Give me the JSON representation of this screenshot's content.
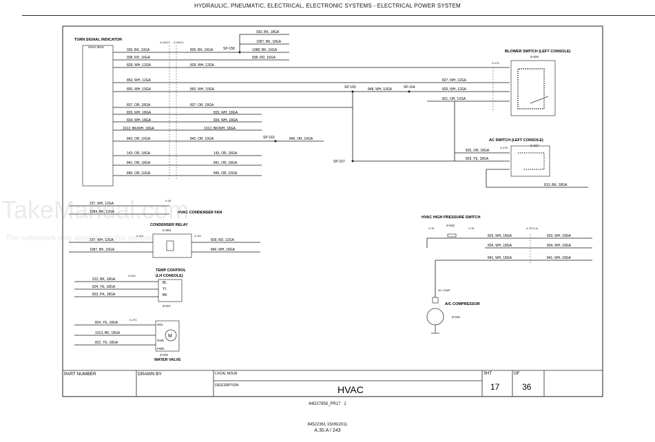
{
  "header": {
    "title": "HYDRAULIC, PNEUMATIC, ELECTRICAL, ELECTRONIC SYSTEMS - ELECTRICAL POWER SYSTEM"
  },
  "watermark": {
    "text": "TakeManual.com",
    "note": "The watermark only appears on this sample"
  },
  "components": {
    "turn_signal": "TURN SIGNAL INDICATOR",
    "hvac_box": "HVAC BOX",
    "conn_a": "X-HVC2",
    "conn_b": "X-HVC1",
    "blower_title": "BLOWER SWITCH (LEFT CONSOLE)",
    "blower_ref": "S-020",
    "blower_conn": "X-270",
    "ac_title": "AC SWITCH (LEFT CONSOLE)",
    "ac_ref": "S-017",
    "ac_conn": "X-275",
    "fan_title": "HVAC CONDENSER FAN",
    "fan_conn": "X-34",
    "relay_title": "CONDENSER RELAY",
    "relay_ref": "K-003",
    "relay_x_left": "X-111",
    "relay_x_right": "X-111",
    "temp_title": "TEMP CONTROL",
    "temp_sub": "(LH CONSOLE)",
    "temp_conn": "X-292",
    "temp_ref": "Z-017",
    "temp_pins": [
      "BL",
      "YL",
      "BK"
    ],
    "valve_conn": "X-271",
    "valve_ref": "Z-019",
    "valve_title": "WATER VALVE",
    "valve_pins": [
      "SOL",
      "GND",
      "PWR"
    ],
    "motor": "M",
    "hp_title": "HVAC HIGH PRESSURE SWITCH",
    "hp_ref": "S-042",
    "hp_x1": "X-76",
    "hp_x2": "X-76",
    "hp_x3": "X-75 X-11",
    "comp_title": "A/C COMPRESSOR",
    "comp_ref": "Z-016",
    "comp_label": "AC COMP"
  },
  "splices": [
    "SP-158",
    "SP-165",
    "SP-164",
    "SP-163",
    "SP-157"
  ],
  "wires": {
    "top_a": "933, BK, 18GA",
    "top_b": "1087, BK, 18GA",
    "w935": "935, BK, 10GA",
    "w938": "938, RD, 16GA",
    "w828": "828, WH, 12GA",
    "w835": "835, BK, 10GA",
    "w1088": "1088, BK, 16GA",
    "w838b": "838, RD, 16GA",
    "w828b": "828, WH, 12GA",
    "w853": "853, WH, 12GA",
    "w827": "827, WH, 12GA",
    "w800": "800, WH, 10GA",
    "w850": "850, WH, 10GA",
    "w848": "848, WH, 10GA",
    "w826": "826, WH, 12GA",
    "w821": "821, OR, 12GA",
    "w837": "837, OR, 18GA",
    "w837b": "837, OR, 18GA",
    "w833": "833, WH, 18GA",
    "w833b": "833, WH, 18GA",
    "w834": "834, WH, 18GA",
    "w834b": "834, WH, 18GA",
    "w1012": "1012, BK/WH, 18GA",
    "w1012b": "1012, BK/WH, 18GA",
    "w842": "842, OR, 10GA",
    "w842b": "842, OR, 10GA",
    "w846": "846, OR, 10GA",
    "w143": "143, OR, 18GA",
    "w143b": "143, OR, 18GA",
    "w841": "841, OR, 18GA",
    "w841b": "841, OR, 18GA",
    "w845": "845, OR, 10GA",
    "w845b": "845, OR, 10GA",
    "w825": "825, OR, 18GA",
    "w829": "829, YE, 18GA",
    "w813": "813, BK, 18GA",
    "w237": "237, WH, 12GA",
    "w1084": "1084, BK, 12GA",
    "w237b": "237, WH, 12GA",
    "w1087": "1087, BK, 16GA",
    "w839": "839, RD, 12GA",
    "w840": "840, WH, 18GA",
    "w912": "912, BK, 18GA",
    "w824": "824, YE, 18GA",
    "w823": "823, PK, 18GA",
    "w824b": "824, YE, 18GA",
    "w1013": "1013, BK, 18GA",
    "w822": "822, YE, 18GA",
    "w833c": "833, WH, 18GA",
    "w833d": "833, WH, 18GA",
    "w834c": "834, WH, 18GA",
    "w834d": "834, WH, 18GA",
    "w841c": "841, WH, 18GA",
    "w841d": "841, WH, 18GA"
  },
  "title_block": {
    "part_number_label": "PART NUMBER",
    "drawn_by_label": "DRAWN BY",
    "local_noun_label": "LOCAL NOUN",
    "description_label": "DESCRIPTION",
    "description": "HVAC",
    "sht_label": "SHT",
    "sht": "17",
    "of_label": "OF",
    "of": "36"
  },
  "footer": {
    "drawing_id": "84D27858_PR17",
    "drawing_rev": "2",
    "doc_ref": "84522361 15/06/2011",
    "page": "A.30.A / 243"
  }
}
